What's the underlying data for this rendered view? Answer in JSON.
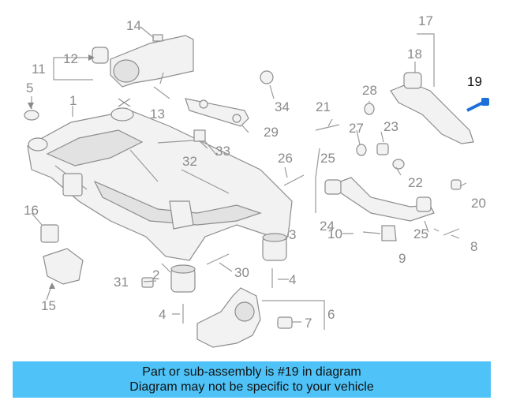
{
  "callouts": [
    {
      "id": "1",
      "label": "1"
    },
    {
      "id": "2",
      "label": "2"
    },
    {
      "id": "3",
      "label": "3"
    },
    {
      "id": "4a",
      "label": "4"
    },
    {
      "id": "4b",
      "label": "4"
    },
    {
      "id": "5",
      "label": "5"
    },
    {
      "id": "6",
      "label": "6"
    },
    {
      "id": "7",
      "label": "7"
    },
    {
      "id": "8",
      "label": "8"
    },
    {
      "id": "9",
      "label": "9"
    },
    {
      "id": "10",
      "label": "10"
    },
    {
      "id": "11",
      "label": "11"
    },
    {
      "id": "12",
      "label": "12"
    },
    {
      "id": "13",
      "label": "13"
    },
    {
      "id": "14",
      "label": "14"
    },
    {
      "id": "15",
      "label": "15"
    },
    {
      "id": "16",
      "label": "16"
    },
    {
      "id": "17",
      "label": "17"
    },
    {
      "id": "18",
      "label": "18"
    },
    {
      "id": "19",
      "label": "19"
    },
    {
      "id": "20",
      "label": "20"
    },
    {
      "id": "21",
      "label": "21"
    },
    {
      "id": "22",
      "label": "22"
    },
    {
      "id": "23",
      "label": "23"
    },
    {
      "id": "24",
      "label": "24"
    },
    {
      "id": "25a",
      "label": "25"
    },
    {
      "id": "25b",
      "label": "25"
    },
    {
      "id": "26",
      "label": "26"
    },
    {
      "id": "27",
      "label": "27"
    },
    {
      "id": "28",
      "label": "28"
    },
    {
      "id": "29",
      "label": "29"
    },
    {
      "id": "30",
      "label": "30"
    },
    {
      "id": "31",
      "label": "31"
    },
    {
      "id": "32",
      "label": "32"
    },
    {
      "id": "33",
      "label": "33"
    },
    {
      "id": "34",
      "label": "34"
    }
  ],
  "highlighted_part": "19",
  "banner": {
    "line1": "Part or sub-assembly is #19 in diagram",
    "line2": "Diagram may not be specific to your vehicle",
    "background": "#4fc3f7"
  },
  "colors": {
    "line": "#9a9a9a",
    "highlight": "#1e6fd9",
    "label": "#8a8a8a"
  }
}
